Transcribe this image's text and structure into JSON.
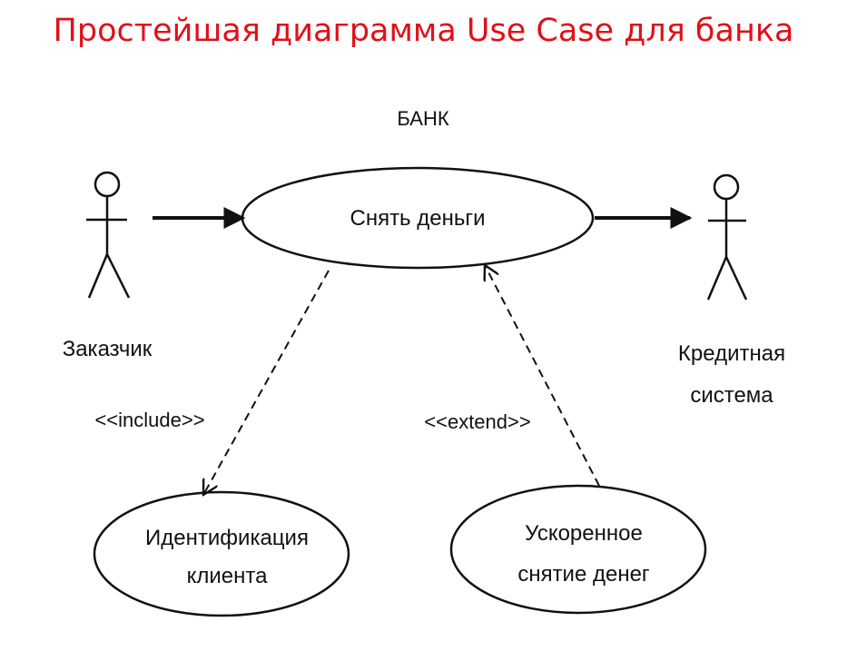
{
  "title": "Простейшая диаграмма Use Case для банка",
  "colors": {
    "title": "#e0101a",
    "ink": "#111111",
    "background": "#ffffff"
  },
  "diagram": {
    "system_label": "БАНК",
    "actors": [
      {
        "id": "customer",
        "label": "Заказчик"
      },
      {
        "id": "credit-system",
        "label_lines": [
          "Кредитная",
          "система"
        ]
      }
    ],
    "use_cases": [
      {
        "id": "withdraw",
        "label_lines": [
          "Снять деньги"
        ]
      },
      {
        "id": "identify",
        "label_lines": [
          "Идентификация",
          "клиента"
        ]
      },
      {
        "id": "fast",
        "label_lines": [
          "Ускоренное",
          "снятие денег"
        ]
      }
    ],
    "relations": [
      {
        "from": "customer",
        "to": "withdraw",
        "kind": "association"
      },
      {
        "from": "withdraw",
        "to": "credit-system",
        "kind": "association"
      },
      {
        "from": "withdraw",
        "to": "identify",
        "kind": "include",
        "label": "<<include>>"
      },
      {
        "from": "fast",
        "to": "withdraw",
        "kind": "extend",
        "label": "<<extend>>"
      }
    ]
  }
}
